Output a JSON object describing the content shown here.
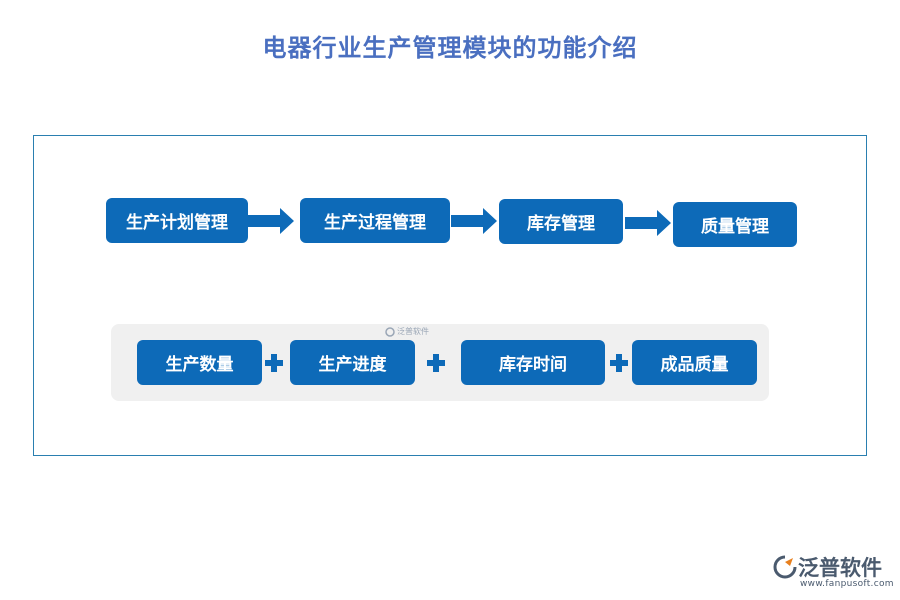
{
  "title": "电器行业生产管理模块的功能介绍",
  "flow": {
    "steps": [
      "生产计划管理",
      "生产过程管理",
      "库存管理",
      "质量管理"
    ]
  },
  "factors": {
    "items": [
      "生产数量",
      "生产进度",
      "库存时间",
      "成品质量"
    ],
    "operator": "+"
  },
  "watermark": {
    "text": "泛普软件"
  },
  "brand": {
    "name": "泛普软件",
    "url": "www.fanpusoft.com"
  },
  "colors": {
    "box": "#0d6ab8",
    "title": "#4a6fc0",
    "frame": "#2a7fb0",
    "panel": "#f0f0f0"
  },
  "icons": [
    "right-arrow-icon",
    "plus-icon",
    "fanpu-logo-icon"
  ]
}
